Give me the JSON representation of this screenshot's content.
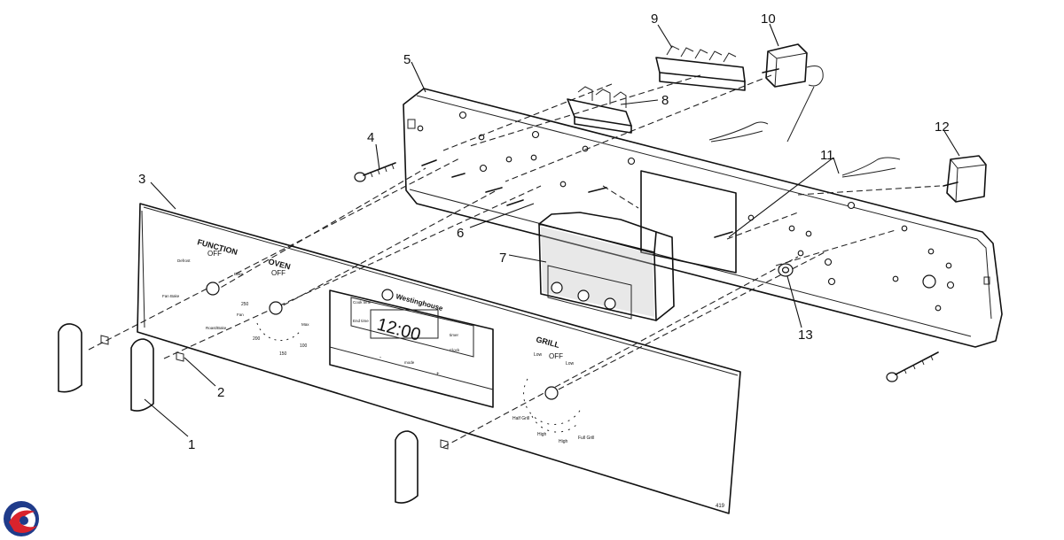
{
  "callouts": [
    {
      "id": "1",
      "label": "1"
    },
    {
      "id": "2",
      "label": "2"
    },
    {
      "id": "3",
      "label": "3"
    },
    {
      "id": "4",
      "label": "4"
    },
    {
      "id": "5",
      "label": "5"
    },
    {
      "id": "6",
      "label": "6"
    },
    {
      "id": "7",
      "label": "7"
    },
    {
      "id": "8",
      "label": "8"
    },
    {
      "id": "9",
      "label": "9"
    },
    {
      "id": "10",
      "label": "10"
    },
    {
      "id": "11",
      "label": "11"
    },
    {
      "id": "12",
      "label": "12"
    },
    {
      "id": "13",
      "label": "13"
    }
  ],
  "panel": {
    "function_title": "FUNCTION",
    "function_off": "OFF",
    "function_labels": {
      "left_top": "Defrost",
      "right_top": "Bake",
      "left_bottom": "Fan Bake",
      "bottom": "Roast/Bake"
    },
    "oven_title": "OVEN",
    "oven_off": "OFF",
    "oven_labels": {
      "t250": "250",
      "t200": "200",
      "t150": "150",
      "t100": "100",
      "fan": "Fan",
      "max": "Max"
    },
    "brand": "Westinghouse",
    "display_time": "12:00",
    "clock_labels": {
      "cook_time": "Cook time",
      "end_time": "End time",
      "timer": "timer",
      "clock": "Clock",
      "minus": "-",
      "mode": "mode",
      "plus": "+"
    },
    "grill_title": "GRILL",
    "grill_off": "OFF",
    "grill_labels": {
      "low_left": "Low",
      "low_right": "Low",
      "half_grill": "Half Grill",
      "high_left": "High",
      "high": "High",
      "full_grill": "Full Grill"
    }
  },
  "logo": {
    "name": "company-logo",
    "colors": [
      "#1f3b8a",
      "#d9232d"
    ]
  }
}
